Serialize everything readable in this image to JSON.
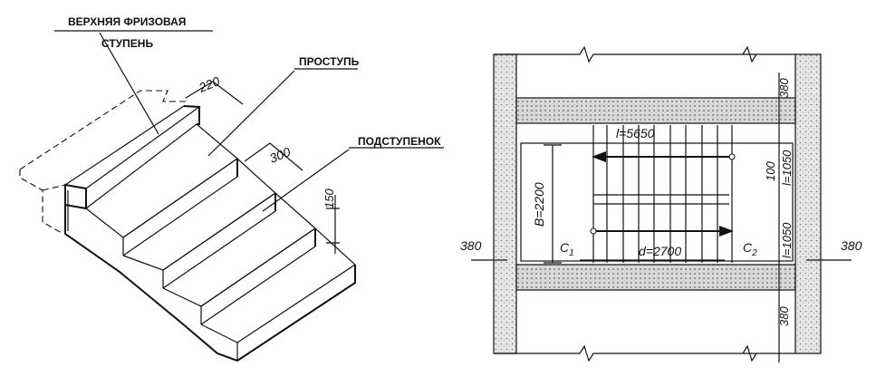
{
  "stair_view": {
    "labels": {
      "top_step": [
        "ВЕРХНЯЯ ФРИЗОВАЯ",
        "СТУПЕНЬ"
      ],
      "tread": "ПРОСТУПЬ",
      "riser": "ПОДСТУПЕНОК"
    },
    "dimensions": {
      "frieze_width": "220",
      "tread_depth": "300",
      "riser_height": "150"
    }
  },
  "plan_view": {
    "dimensions": {
      "length": "l=5650",
      "width": "B=2200",
      "flight": "d=2700",
      "left_wall": "380",
      "right_wall": "380",
      "top_wall": "380",
      "bottom_wall": "380",
      "upper_flight": "l=1050",
      "lower_flight": "l=1050",
      "gap": "100"
    },
    "labels": {
      "c1": "C",
      "c1_sub": "1",
      "c2": "C",
      "c2_sub": "2"
    }
  }
}
